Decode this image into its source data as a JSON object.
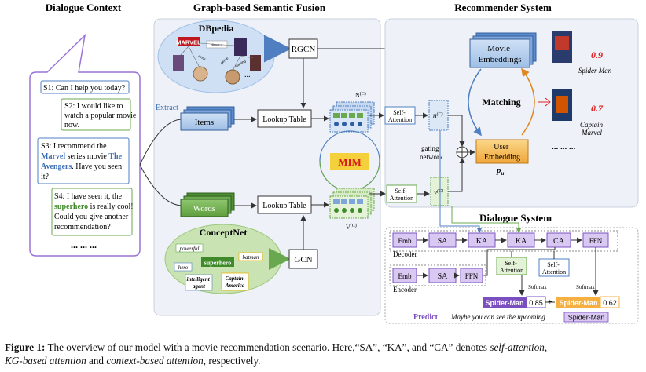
{
  "headers": {
    "dialogue_context": "Dialogue Context",
    "fusion": "Graph-based Semantic Fusion",
    "recommender": "Recommender System",
    "dialogue_system": "Dialogue System"
  },
  "dialogue": {
    "s1": "S1: Can I help you today?",
    "s2": [
      "S2: I would like to",
      "watch a popular movie",
      "now."
    ],
    "s3_parts": [
      "S3: I recommend the",
      "Marvel",
      " series movie ",
      "The",
      "Avengers",
      ". Have you seen",
      "it?"
    ],
    "s4_parts": [
      "S4: I have seen it, the",
      "superhero",
      " is really cool!",
      "Could you give another",
      "recommendation?"
    ],
    "ellipsis": "... ... ..."
  },
  "fusion": {
    "dbpedia": "DBpedia",
    "marvel_logo": "MARVEL",
    "rgcn": "RGCN",
    "extract": "Extract",
    "items": "Items",
    "words": "Words",
    "lookup1": "Lookup Table",
    "lookup2": "Lookup Table",
    "mim": "MIM",
    "nc": "N",
    "vc": "V",
    "sup": "(C)",
    "conceptnet": "ConceptNet",
    "gcn": "GCN",
    "concepts": [
      "powerful",
      "batman",
      "superhero",
      "hero",
      "intelligent",
      "agent",
      "Captain",
      "America"
    ],
    "kg_labels": [
      "director",
      "actor",
      "genre",
      "starring"
    ],
    "kg_dots": "..."
  },
  "recommender": {
    "movie_emb": [
      "Movie",
      "Embeddings"
    ],
    "matching": "Matching",
    "self_att": [
      "Self-",
      "Attention"
    ],
    "n_c": "n",
    "v_c": "v",
    "gating": [
      "gating",
      "network"
    ],
    "user_emb": [
      "User",
      "Embedding"
    ],
    "pu": "p",
    "pu_sub": "u",
    "movie1": "Spider Man",
    "score1": "0.9",
    "movie2": [
      "Captain",
      "Marvel"
    ],
    "score2": "0.7",
    "more": "... ... ..."
  },
  "dialogue_system": {
    "emb": "Emb",
    "sa": "SA",
    "ka": "KA",
    "ca": "CA",
    "ffn": "FFN",
    "decoder": "Decoder",
    "encoder": "Encoder",
    "self_attention": [
      "Self-",
      "Attention"
    ],
    "softmax": "Softmax",
    "out1_word": "Spider-Man",
    "out1_score": "0.85",
    "out2_word": "Spider-Man",
    "out2_score": "0.62",
    "predict": "Predict",
    "predict_text": "Maybe you can see the upcoming",
    "predict_word": "Spider-Man"
  },
  "caption": {
    "label": "Figure 1:",
    "text1": " The overview of our model with a movie recommendation scenario. Here,“SA”, “KA”, and “CA” denotes ",
    "it1": "self-attention",
    "text2": ",",
    "it2": "KG-based attention",
    "text3": " and ",
    "it3": "context-based attention",
    "text4": ", respectively."
  },
  "colors": {
    "blue": "#4f7fc0",
    "blue_light": "#a9c6ea",
    "green": "#6aa84f",
    "green_light": "#c9e3b3",
    "purple": "#9a73d6",
    "purple_light": "#d9c8f2",
    "orange": "#f5b041",
    "red": "#e02020",
    "yellow": "#f4d13a"
  }
}
